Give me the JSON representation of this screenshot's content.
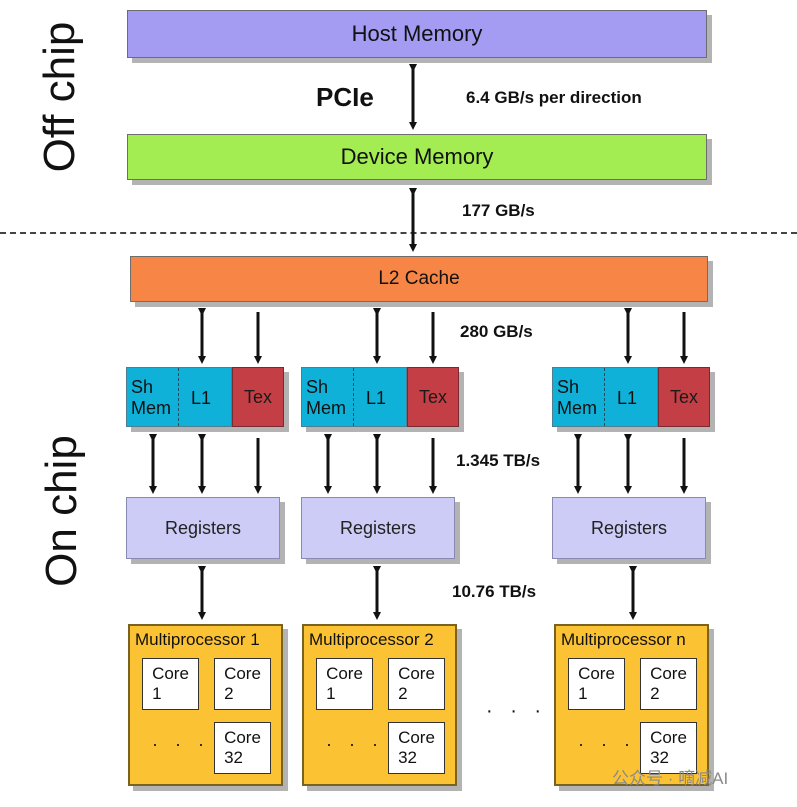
{
  "regions": {
    "off_chip": "Off chip",
    "on_chip": "On chip"
  },
  "host_memory": "Host Memory",
  "pcie": "PCIe",
  "device_memory": "Device Memory",
  "l2_cache": "L2 Cache",
  "bandwidths": {
    "pcie": "6.4 GB/s per direction",
    "device": "177 GB/s",
    "l2": "280 GB/s",
    "l1": "1.345 TB/s",
    "registers": "10.76 TB/s"
  },
  "cache": {
    "sh_mem": "Sh\nMem",
    "l1": "L1",
    "tex": "Tex"
  },
  "registers": "Registers",
  "multiprocessors": [
    {
      "title": "Multiprocessor 1"
    },
    {
      "title": "Multiprocessor 2"
    },
    {
      "title": "Multiprocessor n"
    }
  ],
  "cores": {
    "core1": "Core\n1",
    "core2": "Core\n2",
    "core32": "Core\n32",
    "ellipsis": "· · ·"
  },
  "between_ellipsis": "· · ·",
  "watermark": "公众号 · 嘀减AI",
  "colors": {
    "host": "#a39cf2",
    "device": "#a3ec52",
    "l2": "#f78646",
    "cache": "#0fb1d8",
    "tex": "#c43f45",
    "registers": "#ccccf7",
    "multiprocessor": "#fbc234"
  }
}
